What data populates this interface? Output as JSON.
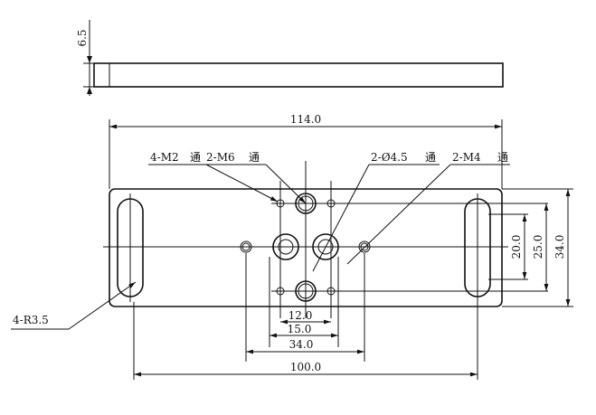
{
  "dimensions": {
    "thickness": "6.5",
    "overall_length": "114.0",
    "height_inner": "20.0",
    "height_mid": "25.0",
    "height_overall": "34.0",
    "spacing_12": "12.0",
    "spacing_15": "15.0",
    "spacing_34": "34.0",
    "slot_spacing": "100.0"
  },
  "callouts": {
    "m2": "4-M2",
    "m2_through": "通",
    "m6": "2-M6",
    "m6_through": "通",
    "phi45": "2-Ø4.5",
    "phi45_through": "通",
    "m4": "2-M4",
    "m4_through": "通",
    "radius": "4-R3.5"
  }
}
